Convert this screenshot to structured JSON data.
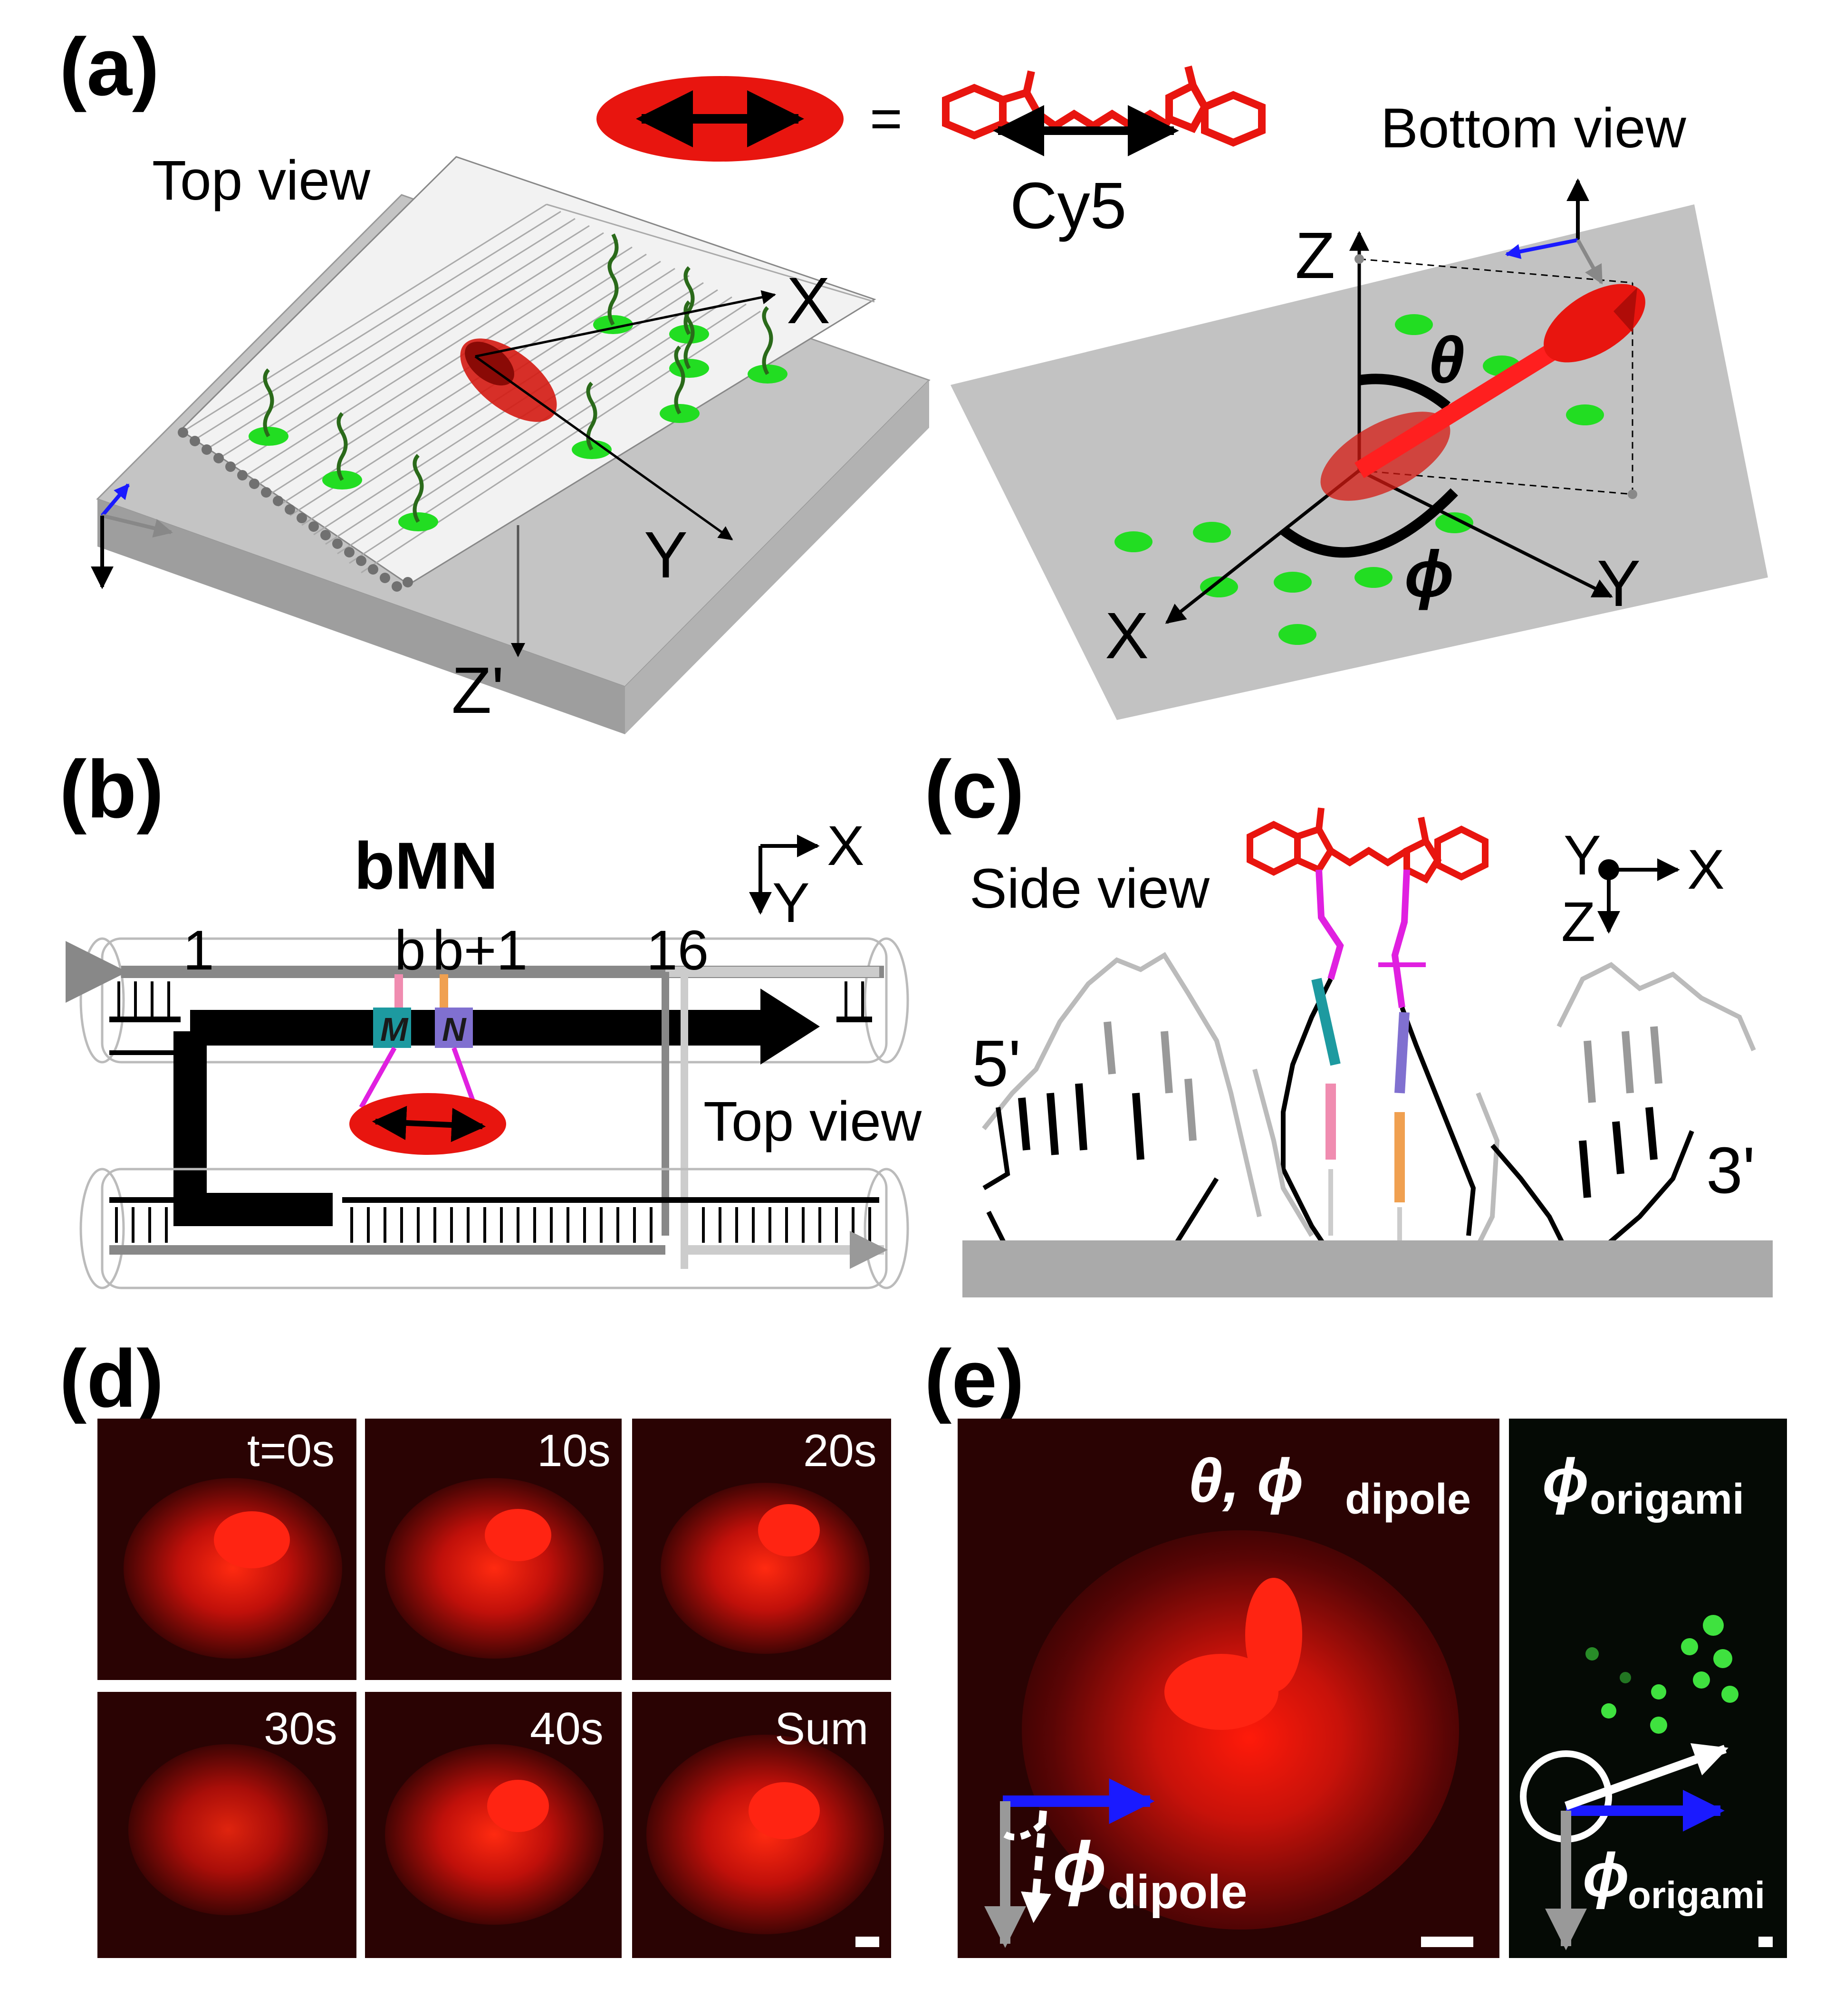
{
  "panels": {
    "a": {
      "label": "(a)",
      "top_view": "Top view",
      "bottom_view": "Bottom view",
      "equals": "=",
      "dye": "Cy5",
      "axes": {
        "x": "X",
        "y": "Y",
        "z": "Z",
        "z_prime": "Z'"
      },
      "theta": "θ",
      "phi": "ϕ"
    },
    "b": {
      "label": "(b)",
      "title": "bMN",
      "axis_x": "X",
      "axis_y": "Y",
      "pos_1": "1",
      "pos_b": "b",
      "pos_b1": "b+1",
      "pos_16": "16",
      "base_m": "M",
      "base_n": "N",
      "top_view": "Top view"
    },
    "c": {
      "label": "(c)",
      "side_view": "Side view",
      "axis_x": "X",
      "axis_y": "Y",
      "axis_z": "Z",
      "end_5": "5'",
      "end_3": "3'"
    },
    "d": {
      "label": "(d)",
      "frames": [
        "t=0s",
        "10s",
        "20s",
        "30s",
        "40s",
        "Sum"
      ]
    },
    "e": {
      "label": "(e)",
      "title_left_symbols": "θ, ϕ",
      "title_left_sub": "dipole",
      "title_right_symbol": "ϕ",
      "title_right_sub": "origami",
      "phi_dipole_symbol": "ϕ",
      "phi_dipole_sub": "dipole",
      "phi_origami_symbol": "ϕ",
      "phi_origami_sub": "origami"
    }
  },
  "colors": {
    "dye_red": "#e8150f",
    "surface_gray": "#c2c2c2",
    "marker_green": "#22dd22",
    "helix_black": "#000000",
    "base_m_teal": "#1d9aa0",
    "base_n_purple": "#8070d0",
    "linker_magenta": "#e020e0",
    "arrow_blue": "#1a1aff",
    "base_pink": "#f08cb0",
    "base_orange": "#f0a050"
  }
}
